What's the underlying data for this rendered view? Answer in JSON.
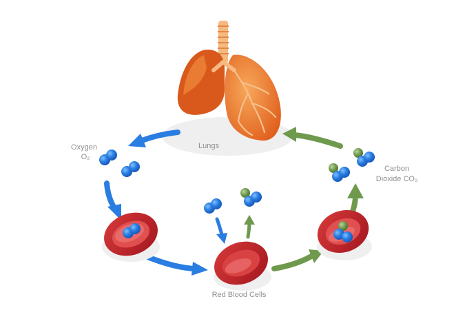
{
  "labels": {
    "lungs": "Lungs",
    "oxygen_line1": "Oxygen",
    "oxygen_line2": "O₂",
    "carbon_line1": "Carbon",
    "carbon_line2": "Dioxide CO₂",
    "red_blood_cells": "Red Blood Cells"
  },
  "colors": {
    "oxygen_blue": "#2a7de1",
    "co2_green": "#6f9a4e",
    "lung_orange": "#ef7a2a",
    "cell_red": "#c4262b",
    "trachea": "#f6b980",
    "label_gray": "#8f8f8f"
  }
}
